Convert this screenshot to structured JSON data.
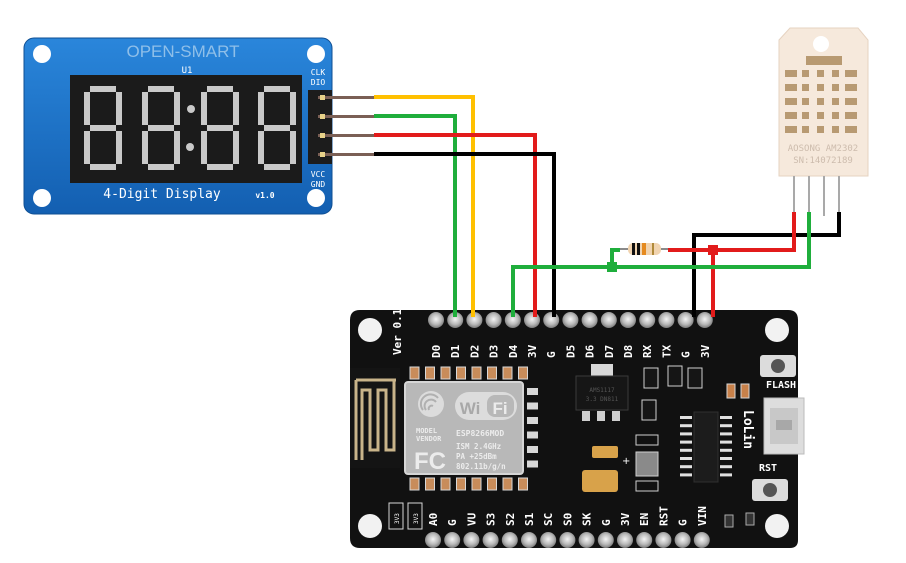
{
  "diagram": {
    "title": "ESP8266 NodeMCU + TM1637 4-Digit Display + DHT22 (AM2302) wiring"
  },
  "display_module": {
    "brand": "OPEN-SMART",
    "ref": "U1",
    "caption": "4-Digit Display",
    "version": "v1.0",
    "digits": "88:88",
    "pins": [
      "CLK",
      "DIO",
      "VCC",
      "GND"
    ],
    "board_color": "#1a73c9"
  },
  "sensor": {
    "brand_line": "AOSONG AM2302",
    "serial_line": "SN:14072189",
    "pin_count": 4
  },
  "resistor": {
    "name": "pull-up resistor"
  },
  "nodemcu": {
    "version_label": "Ver 0.1",
    "top_pins": [
      "D0",
      "D1",
      "D2",
      "D3",
      "D4",
      "3V",
      "G",
      "D5",
      "D6",
      "D7",
      "D8",
      "RX",
      "TX",
      "G",
      "3V"
    ],
    "bottom_pins": [
      "A0",
      "G",
      "VU",
      "S3",
      "S2",
      "S1",
      "SC",
      "S0",
      "SK",
      "G",
      "3V",
      "EN",
      "RST",
      "G",
      "VIN"
    ],
    "module": {
      "wifi": "WiFi",
      "model_line1": "MODEL",
      "model_line2": "VENDOR",
      "fc": "FC",
      "chip": "ESP8266MOD",
      "spec1": "ISM 2.4GHz",
      "spec2": "PA  +25dBm",
      "spec3": "802.11b/g/n"
    },
    "regulator": "AMS1117",
    "regulator_sub": "3.3 DN811",
    "brand": "LoLin",
    "flash_label": "FLASH",
    "rst_label": "RST",
    "smd_labels": [
      "3V3",
      "3V3"
    ]
  },
  "wires": [
    {
      "from": "Display CLK",
      "to": "D2",
      "color": "#ffc000"
    },
    {
      "from": "Display DIO",
      "to": "D1",
      "color": "#1fae3c"
    },
    {
      "from": "Display VCC",
      "to": "3V",
      "color": "#e21b1b"
    },
    {
      "from": "Display GND",
      "to": "G",
      "color": "#000000"
    },
    {
      "from": "Sensor DATA",
      "to": "D4",
      "color": "#1fae3c"
    },
    {
      "from": "Sensor VCC",
      "to": "3V",
      "color": "#e21b1b"
    },
    {
      "from": "Sensor GND",
      "to": "G",
      "color": "#000000"
    }
  ]
}
